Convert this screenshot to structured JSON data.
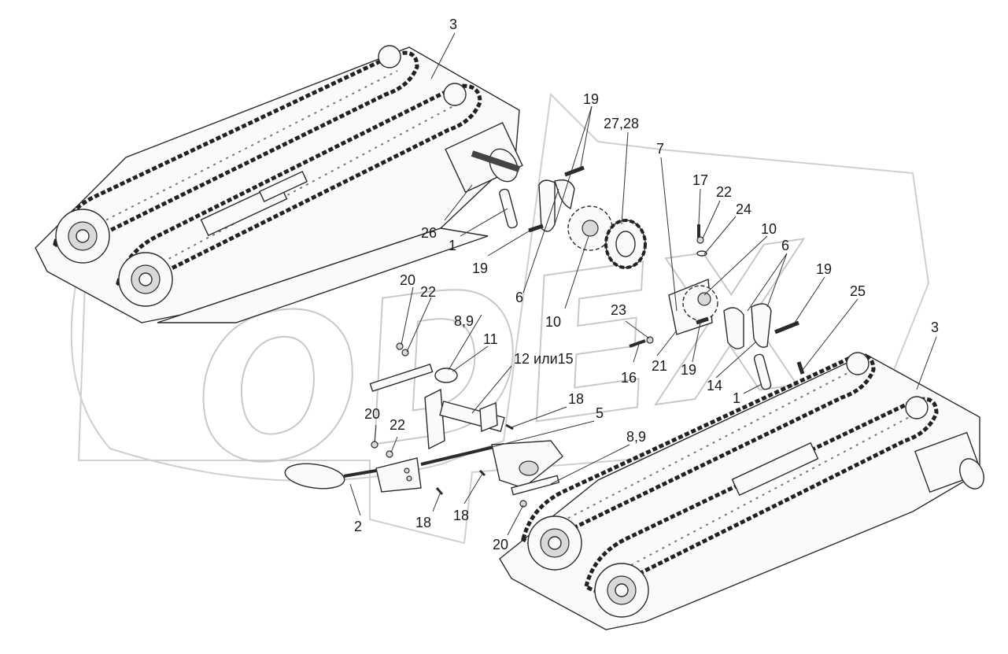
{
  "watermark": "ODEX",
  "callouts": [
    {
      "id": "c-3a",
      "text": "3"
    },
    {
      "id": "c-19a",
      "text": "19"
    },
    {
      "id": "c-27-28",
      "text": "27,28"
    },
    {
      "id": "c-7",
      "text": "7"
    },
    {
      "id": "c-17",
      "text": "17"
    },
    {
      "id": "c-22a",
      "text": "22"
    },
    {
      "id": "c-24",
      "text": "24"
    },
    {
      "id": "c-10a",
      "text": "10"
    },
    {
      "id": "c-6a",
      "text": "6"
    },
    {
      "id": "c-19b",
      "text": "19"
    },
    {
      "id": "c-25",
      "text": "25"
    },
    {
      "id": "c-3b",
      "text": "3"
    },
    {
      "id": "c-26",
      "text": "26"
    },
    {
      "id": "c-1a",
      "text": "1"
    },
    {
      "id": "c-19c",
      "text": "19"
    },
    {
      "id": "c-20a",
      "text": "20"
    },
    {
      "id": "c-22b",
      "text": "22"
    },
    {
      "id": "c-6b",
      "text": "6"
    },
    {
      "id": "c-8-9a",
      "text": "8,9"
    },
    {
      "id": "c-10b",
      "text": "10"
    },
    {
      "id": "c-23",
      "text": "23"
    },
    {
      "id": "c-11",
      "text": "11"
    },
    {
      "id": "c-12-15",
      "text": "12 или15"
    },
    {
      "id": "c-16",
      "text": "16"
    },
    {
      "id": "c-21",
      "text": "21"
    },
    {
      "id": "c-19d",
      "text": "19"
    },
    {
      "id": "c-14",
      "text": "14"
    },
    {
      "id": "c-1b",
      "text": "1"
    },
    {
      "id": "c-20b",
      "text": "20"
    },
    {
      "id": "c-22c",
      "text": "22"
    },
    {
      "id": "c-18a",
      "text": "18"
    },
    {
      "id": "c-5",
      "text": "5"
    },
    {
      "id": "c-8-9b",
      "text": "8,9"
    },
    {
      "id": "c-2",
      "text": "2"
    },
    {
      "id": "c-18b",
      "text": "18"
    },
    {
      "id": "c-18c",
      "text": "18"
    },
    {
      "id": "c-20c",
      "text": "20"
    }
  ]
}
